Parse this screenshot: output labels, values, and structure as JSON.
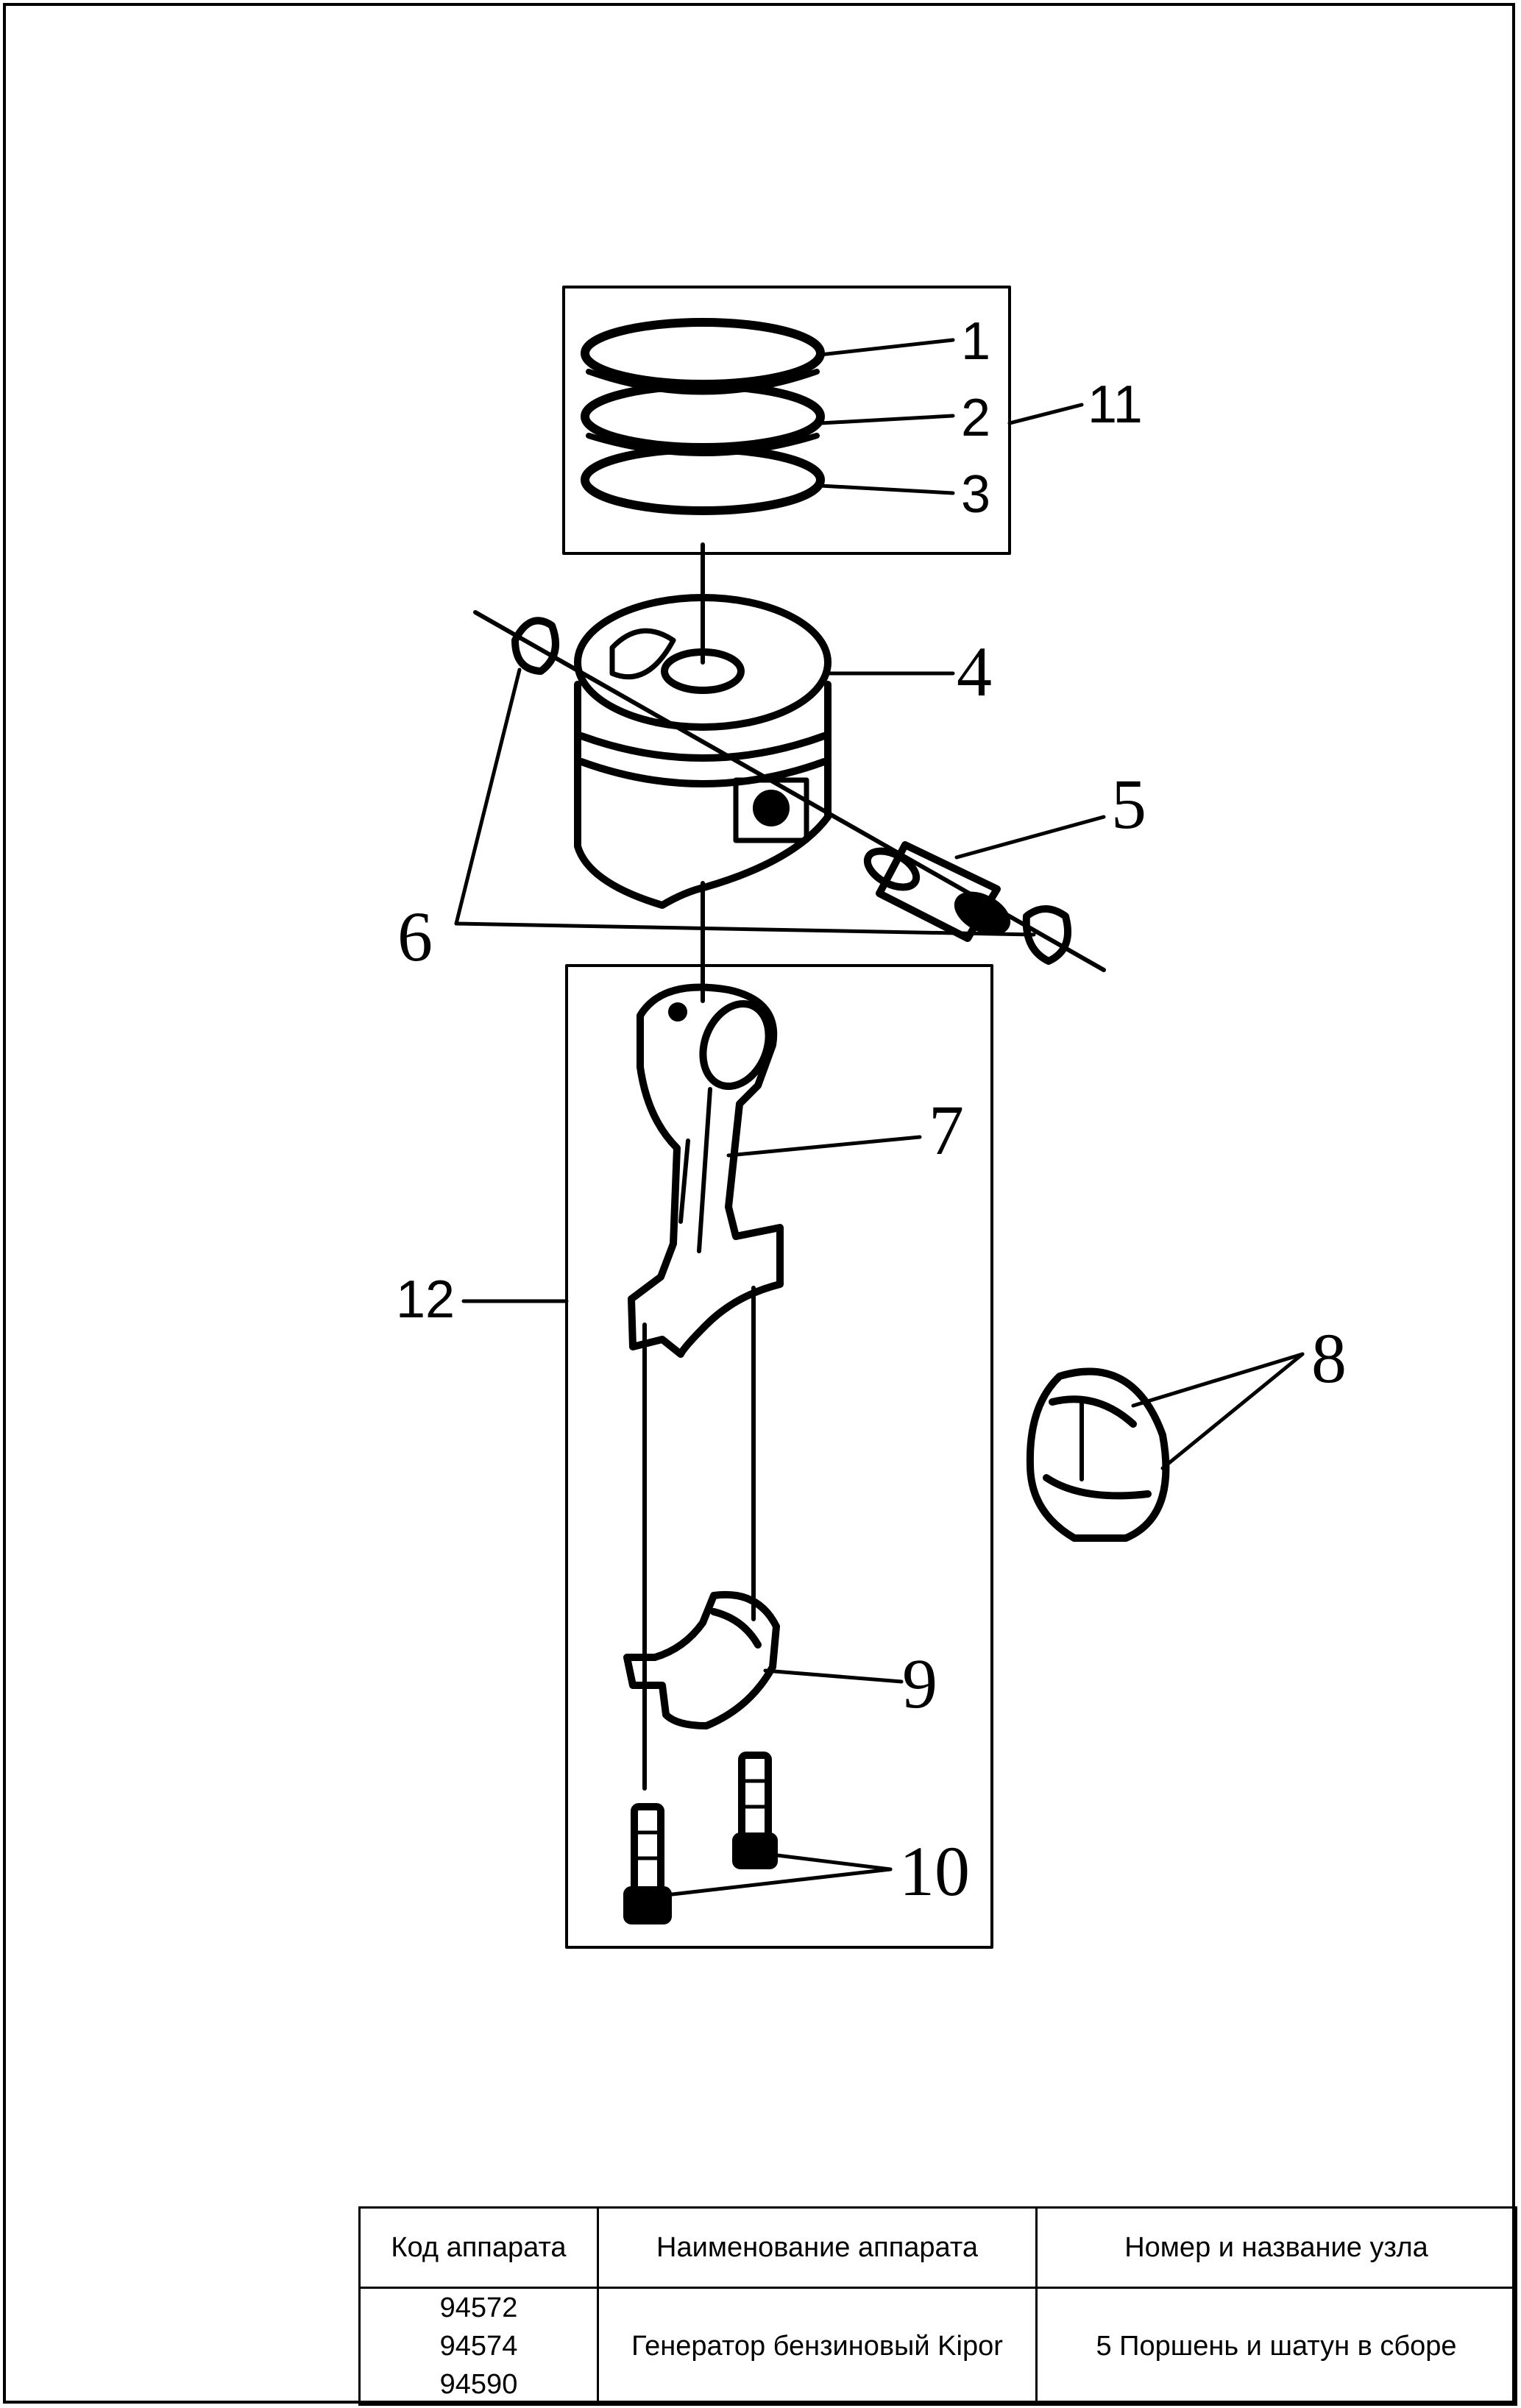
{
  "diagram": {
    "callouts": {
      "c1": "1",
      "c2": "2",
      "c3": "3",
      "c4": "4",
      "c5": "5",
      "c6": "6",
      "c7": "7",
      "c8": "8",
      "c9": "9",
      "c10": "10",
      "c11": "11",
      "c12": "12"
    }
  },
  "title_block": {
    "headers": {
      "code": "Код аппарата",
      "name": "Наименование аппарата",
      "node": "Номер и название узла"
    },
    "codes": [
      "94572",
      "94574",
      "94590"
    ],
    "device_name": "Генератор бензиновый Kipor",
    "node_name": "5 Поршень и шатун в сборе"
  }
}
